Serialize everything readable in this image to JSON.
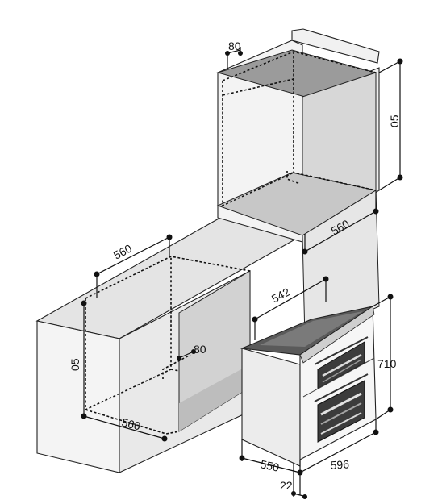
{
  "diagram": {
    "labels": {
      "column_top_offset": "80",
      "column_niche_height": "05",
      "column_niche_width": "560",
      "base_niche_depth": "560",
      "base_niche_height": "05",
      "base_niche_width": "560",
      "base_top_offset": "80",
      "oven_depth": "542",
      "oven_height": "710",
      "oven_body_width": "550",
      "oven_front_width": "596",
      "oven_front_thickness": "22"
    },
    "colors": {
      "cabinet_face": "#f2f2f2",
      "cabinet_side": "#dcdcdc",
      "niche_top": "#9b9b9b",
      "niche_interior": "#d6d6d6",
      "oven_body": "#ececec",
      "oven_top": "#5a5a5a",
      "oven_front": "#f6f6f6",
      "line": "#111111"
    }
  }
}
